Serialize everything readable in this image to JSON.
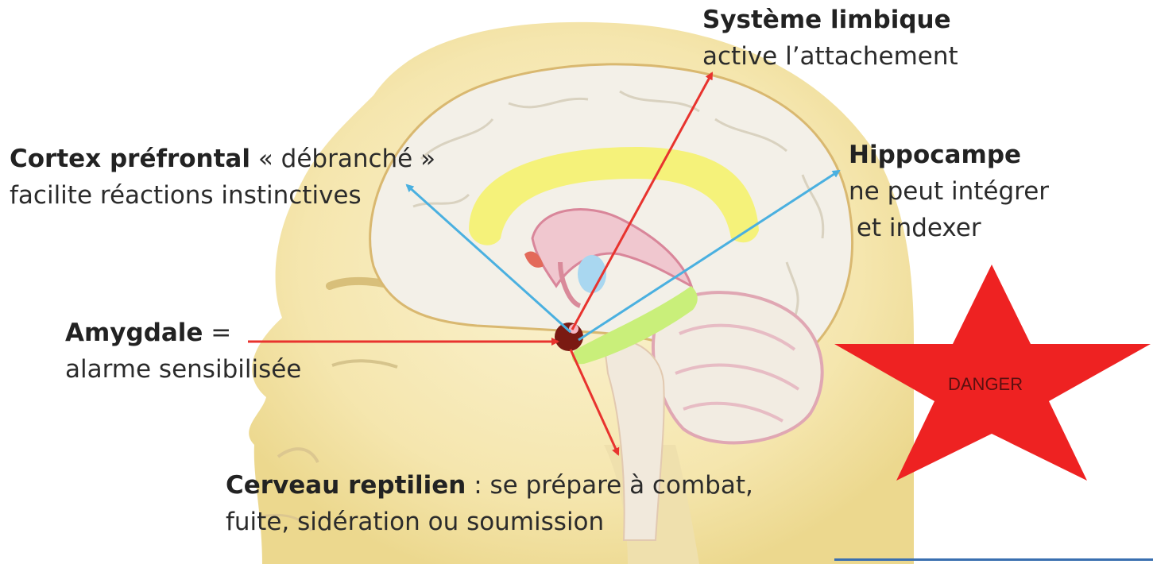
{
  "limbic": {
    "title": "Système limbique",
    "desc": "active l’attachement"
  },
  "cortex": {
    "title": "Cortex préfrontal",
    "suffix": " « débranché »",
    "desc": "facilite réactions instinctives"
  },
  "hippocampus": {
    "title": "Hippocampe",
    "desc1": "ne peut intégrer",
    "desc2": " et indexer"
  },
  "amygdala": {
    "title": "Amygdale",
    "suffix": " =",
    "desc": "alarme sensibilisée"
  },
  "reptilian": {
    "title": "Cerveau reptilien",
    "suffix": " : se prépare à combat,",
    "desc": "fuite, sidération ou soumission"
  },
  "danger": {
    "label": "DANGER"
  },
  "colors": {
    "red_arrow": "#e8332e",
    "blue_arrow": "#4ab0e0",
    "star": "#ee2222",
    "skin": "#f6e8b4",
    "brain": "#f2efe6",
    "corpus": "#f5f27a",
    "hippocampus": "#c9ef7a",
    "amygdala": "#7a1a12"
  },
  "icons": [
    "star-icon",
    "head-profile-illustration",
    "brain-illustration"
  ]
}
